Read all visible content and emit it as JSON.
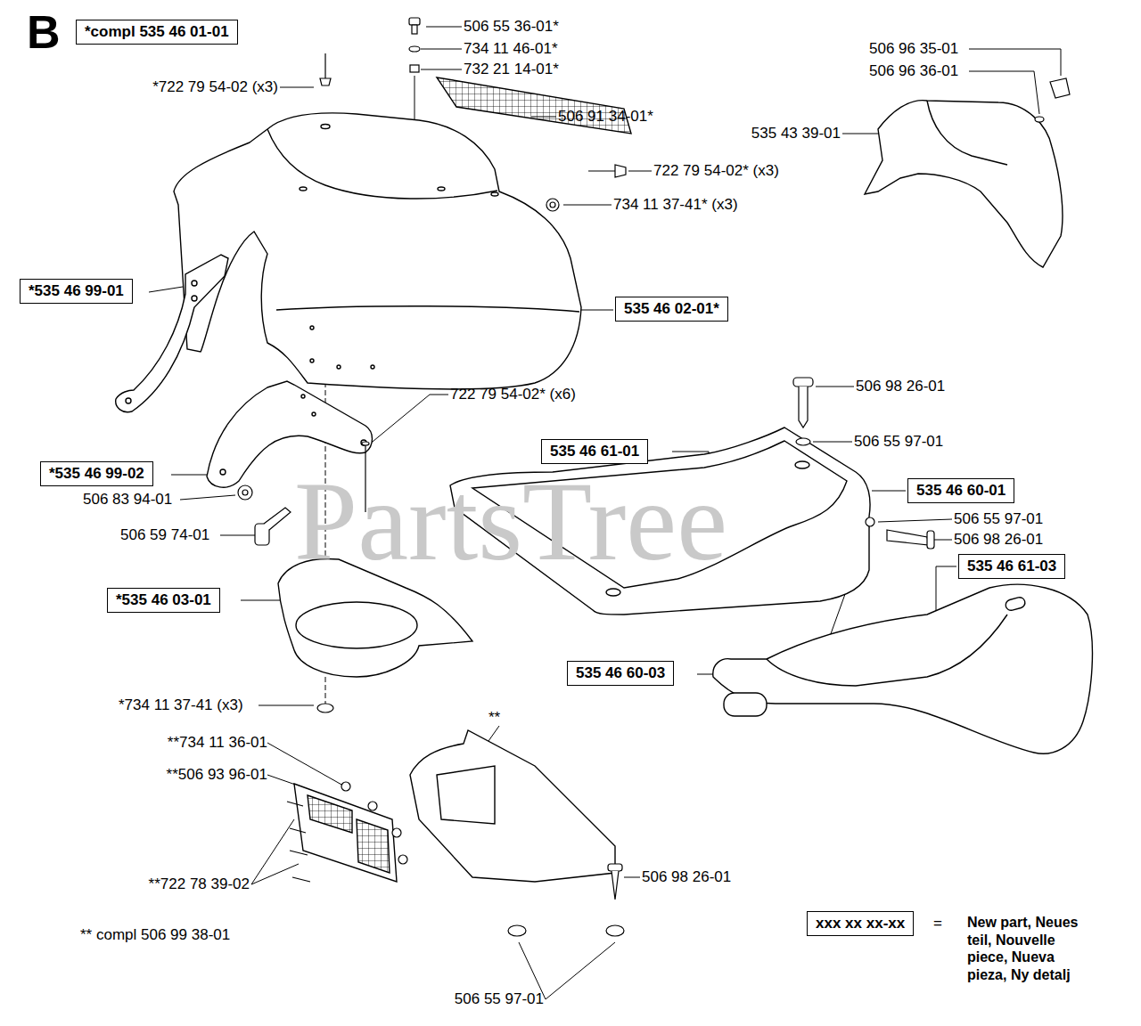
{
  "diagram": {
    "title": "B",
    "nodes": [
      {
        "text": [
          "*compl 535 46 01-01"
        ]
      },
      {
        "text": [
          "*535 46 99-01"
        ]
      },
      {
        "text": [
          "535 46 02-01*"
        ]
      },
      {
        "text": [
          "*535 46 99-02"
        ]
      },
      {
        "text": [
          "535 46 61-01"
        ]
      },
      {
        "text": [
          "535 46 60-01"
        ]
      },
      {
        "text": [
          "535 46 61-03"
        ]
      },
      {
        "text": [
          "*535 46 03-01"
        ]
      },
      {
        "text": [
          "535 46 60-03"
        ]
      },
      {
        "text": [
          "xxx xx xx-xx"
        ]
      }
    ],
    "labels": [
      "506 55 36-01*",
      "734 11 46-01*",
      "732 21 14-01*",
      "506 91 34-01*",
      "722 79 54-02* (x3)",
      "734 11 37-41* (x3)",
      "*722 79 54-02 (x3)",
      "506 96 35-01",
      "506 96 36-01",
      "535 43 39-01",
      "722 79 54-02* (x6)",
      "506 98 26-01",
      "506 55 97-01",
      "506 55 97-01",
      "506 98 26-01",
      "506 83 94-01",
      "506 59 74-01",
      "*734 11 37-41 (x3)",
      "**",
      "**734 11 36-01",
      "**506 93 96-01",
      "**722 78 39-02",
      "** compl 506 99 38-01",
      "506 98 26-01",
      "506 55 97-01",
      "=",
      "PartsTree"
    ],
    "legend": [
      {
        "text": "New part, Neues teil, Nouvelle piece, Nueva pieza, Ny detalj"
      }
    ]
  }
}
